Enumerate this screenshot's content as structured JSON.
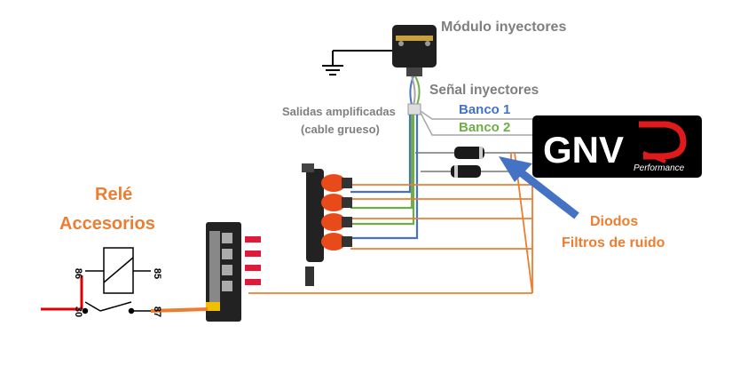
{
  "labels": {
    "module": "Módulo inyectores",
    "signal": "Señal inyectores",
    "bank1": "Banco 1",
    "bank2": "Banco 2",
    "outputs_line1": "Salidas amplificadas",
    "outputs_line2": "(cable grueso)",
    "relay_line1": "Relé",
    "relay_line2": "Accesorios",
    "diodes_line1": "Diodos",
    "diodes_line2": "Filtros de ruido"
  },
  "relay_pins": {
    "p86": "86",
    "p85": "85",
    "p30": "30",
    "p87": "87"
  },
  "logo": {
    "text": "GNV",
    "sub": "Performance"
  },
  "colors": {
    "orange": "#ed7d31",
    "blue": "#4472c4",
    "green": "#70ad47",
    "grey": "#a6a6a6",
    "red": "#e00000",
    "black": "#000000"
  },
  "icons": [
    "ground-icon",
    "arrow-icon",
    "diode-icon",
    "injector-icon",
    "fuse-block-icon",
    "relay-coil-icon"
  ]
}
